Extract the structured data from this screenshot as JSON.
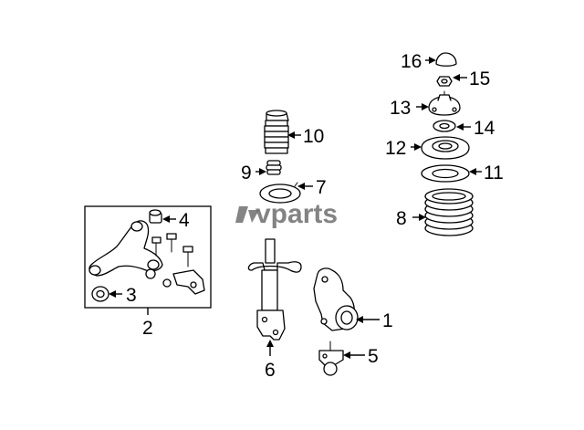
{
  "callouts": {
    "n1": "1",
    "n2": "2",
    "n3": "3",
    "n4": "4",
    "n5": "5",
    "n6": "6",
    "n7": "7",
    "n8": "8",
    "n9": "9",
    "n10": "10",
    "n11": "11",
    "n12": "12",
    "n13": "13",
    "n14": "14",
    "n15": "15",
    "n16": "16"
  },
  "watermark": {
    "text": "vparts"
  },
  "colors": {
    "line": "#000000",
    "background": "#ffffff",
    "watermark": "#6e6e6e"
  }
}
